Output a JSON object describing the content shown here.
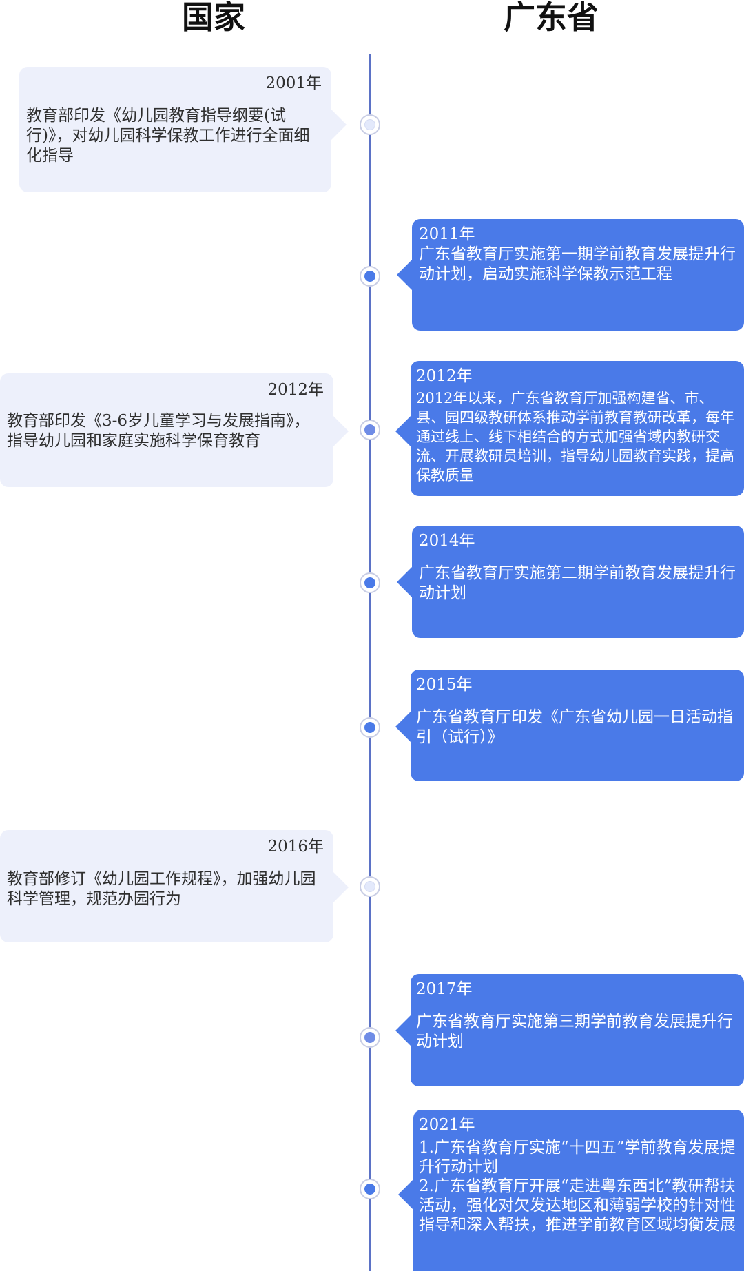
{
  "headers": {
    "left": "国家",
    "right": "广东省"
  },
  "events": [
    {
      "year": "2001年",
      "text": "教育部印发《幼儿园教育指导纲要(试行)》，对幼儿园科学保教工作进行全面细化指导"
    },
    {
      "year": "2011年",
      "text": "广东省教育厅实施第一期学前教育发展提升行动计划，启动实施科学保教示范工程"
    },
    {
      "year": "2012年",
      "text": "教育部印发《3-6岁儿童学习与发展指南》，指导幼儿园和家庭实施科学保育教育"
    },
    {
      "year": "2012年",
      "text": "2012年以来，广东省教育厅加强构建省、市、县、园四级教研体系推动学前教育教研改革，每年通过线上、线下相结合的方式加强省域内教研交流、开展教研员培训，指导幼儿园教育实践，提高保教质量"
    },
    {
      "year": "2014年",
      "text": "广东省教育厅实施第二期学前教育发展提升行动计划"
    },
    {
      "year": "2015年",
      "text": "广东省教育厅印发《广东省幼儿园一日活动指引（试行）》"
    },
    {
      "year": "2016年",
      "text": "教育部修订《幼儿园工作规程》，加强幼儿园科学管理，规范办园行为"
    },
    {
      "year": "2017年",
      "text": "广东省教育厅实施第三期学前教育发展提升行动计划"
    },
    {
      "year": "2021年",
      "text": "1.广东省教育厅实施“十四五”学前教育发展提升行动计划\n2.广东省教育厅开展“走进粤东西北”教研帮扶活动，强化对欠发达地区和薄弱学校的针对性指导和深入帮扶，推进学前教育区域均衡发展"
    }
  ]
}
